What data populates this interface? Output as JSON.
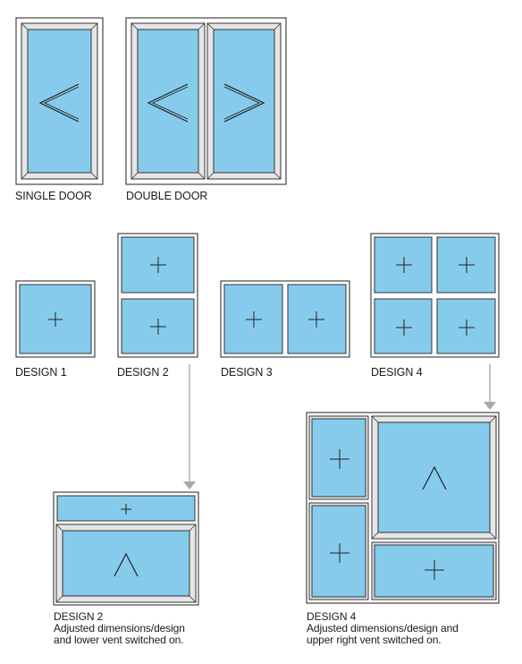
{
  "colors": {
    "glass": "#86cbec",
    "frame": "#e6e6e6",
    "line": "#333333",
    "arrow": "#a8a8a8"
  },
  "icons": {
    "sash_fixed": "plus-mark",
    "sash_side_hung": "chevron-mark",
    "sash_top_hung": "caret-mark"
  },
  "labels": {
    "single_door": "SINGLE DOOR",
    "double_door": "DOUBLE DOOR",
    "design1": "DESIGN 1",
    "design2": "DESIGN 2",
    "design3": "DESIGN 3",
    "design4": "DESIGN 4"
  },
  "captions": {
    "design2_adjusted": {
      "title": "DESIGN 2",
      "line1": "Adjusted dimensions/design",
      "line2": "and lower vent switched on."
    },
    "design4_adjusted": {
      "title": "DESIGN 4",
      "line1": "Adjusted dimensions/design and",
      "line2": "upper right vent switched on."
    }
  }
}
